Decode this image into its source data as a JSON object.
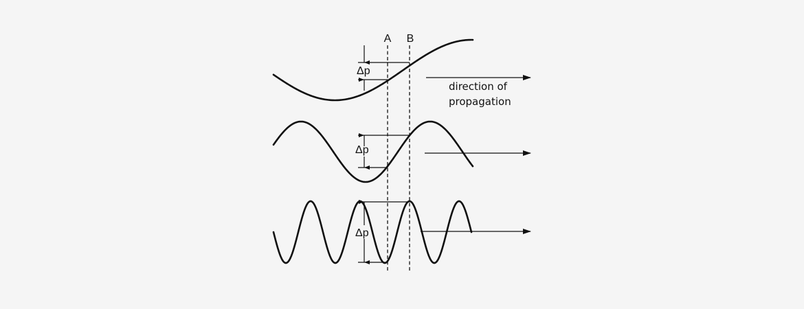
{
  "labels": {
    "line_a": "A",
    "line_b": "B",
    "delta_p_1": "Δp",
    "delta_p_2": "Δp",
    "delta_p_3": "Δp",
    "direction_line1": "direction of",
    "direction_line2": "propagation"
  },
  "colors": {
    "background": "#f5f5f5",
    "ink": "#111111"
  }
}
